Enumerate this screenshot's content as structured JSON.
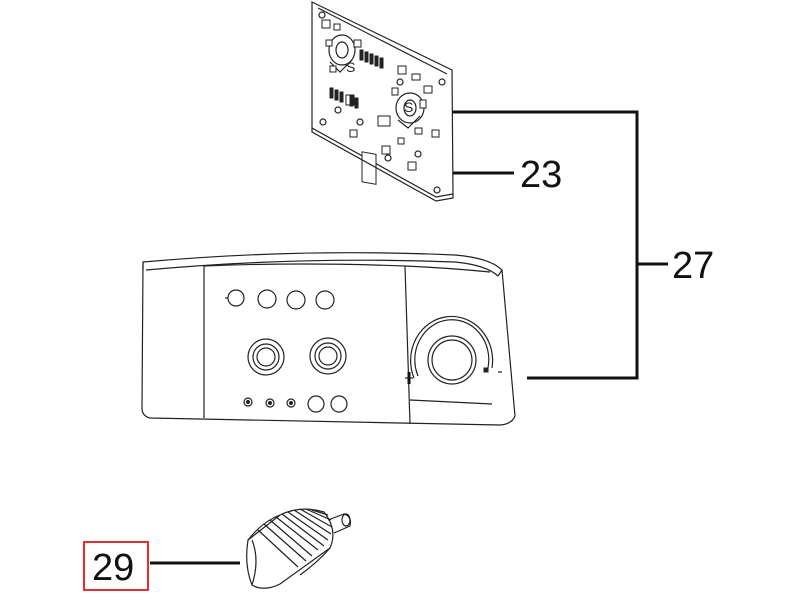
{
  "callouts": {
    "pcb": "23",
    "assembly": "27",
    "knob": "29"
  },
  "colors": {
    "line": "#111111",
    "highlight_box": "#e03030",
    "background": "#ffffff"
  }
}
